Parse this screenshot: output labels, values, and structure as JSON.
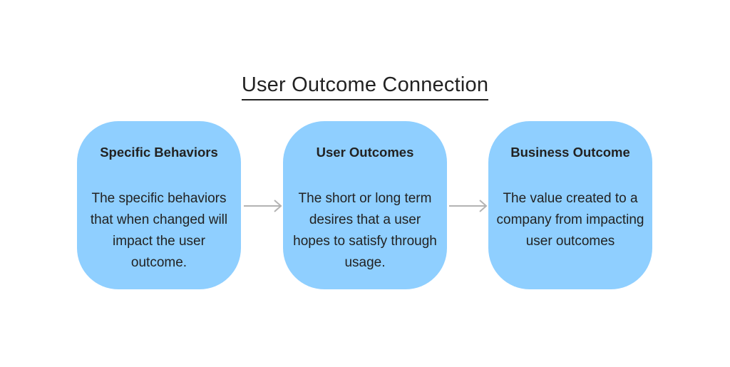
{
  "diagram": {
    "title": "User Outcome Connection",
    "nodes": [
      {
        "title": "Specific Behaviors",
        "body": "The specific behaviors that when changed will impact the user outcome."
      },
      {
        "title": "User Outcomes",
        "body": "The short or long term desires that a user hopes to satisfy through usage."
      },
      {
        "title": "Business Outcome",
        "body": "The value created to a company from impacting user outcomes"
      }
    ],
    "edges": [
      {
        "from": "Specific Behaviors",
        "to": "User Outcomes"
      },
      {
        "from": "User Outcomes",
        "to": "Business Outcome"
      }
    ]
  },
  "colors": {
    "node_fill": "#8fcfff",
    "arrow": "#b3b3b3",
    "text": "#222222"
  },
  "icons": {
    "connector": "arrow-right-icon"
  }
}
